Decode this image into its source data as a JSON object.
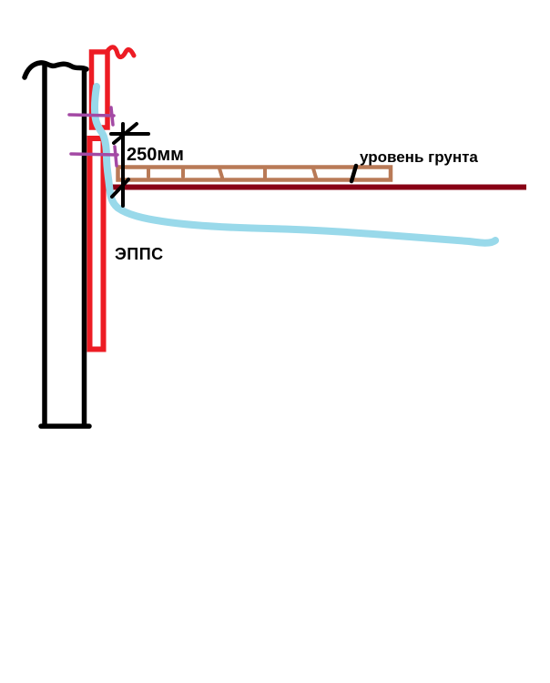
{
  "diagram": {
    "title": "foundation-insulation-sketch",
    "labels": {
      "dimension": "250мм",
      "ground_level": "уровень грунта",
      "insulation": "ЭППС"
    },
    "colors": {
      "wall": "#000000",
      "insulation": "#ed1c24",
      "ground_line": "#880015",
      "board": "#b97a57",
      "marker": "#a349a4",
      "membrane": "#99d9ea",
      "ink": "#000000",
      "background": "#ffffff"
    }
  }
}
